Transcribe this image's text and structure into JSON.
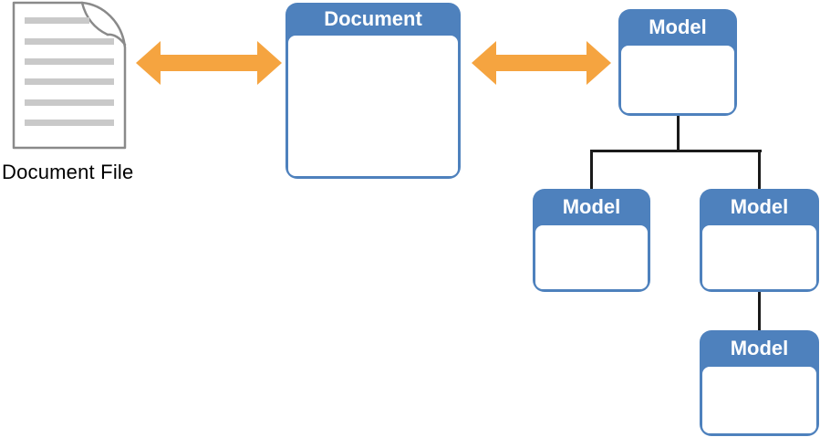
{
  "diagram": {
    "document_file": {
      "label": "Document File"
    },
    "document_box": {
      "title": "Document"
    },
    "model_tree": {
      "root": {
        "title": "Model"
      },
      "children": [
        {
          "title": "Model"
        },
        {
          "title": "Model"
        }
      ],
      "grandchild": {
        "title": "Model"
      }
    },
    "colors": {
      "header_blue": "#4E81BD",
      "arrow_orange": "#F5A440",
      "connector_black": "#1A1A1A",
      "icon_border_gray": "#8A8A8A",
      "icon_line_gray": "#C9C9C9",
      "label_text": "#000000",
      "header_text": "#FFFFFF"
    }
  }
}
